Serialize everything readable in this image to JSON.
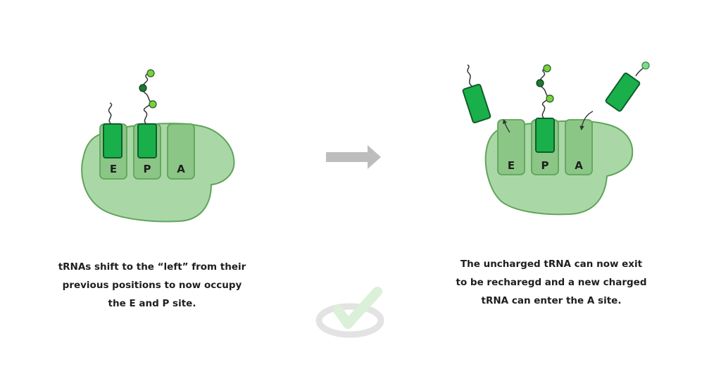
{
  "left_panel": {
    "sites": [
      "E",
      "P",
      "A"
    ],
    "caption": [
      "tRNAs shift to the “left” from their",
      "previous positions to now occupy",
      "the E and P site."
    ]
  },
  "right_panel": {
    "sites": [
      "E",
      "P",
      "A"
    ],
    "caption": [
      "The uncharged tRNA can now exit",
      "to be recharegd and a new charged",
      "tRNA can enter the A site."
    ]
  },
  "colors": {
    "ribosome_fill": "#a9d8a6",
    "ribosome_stroke": "#5fa45a",
    "site_fill": "#8bc686",
    "trna_fill": "#19b04b",
    "trna_stroke": "#0f5e2b",
    "amino_light": "#7ccf3e",
    "amino_dark": "#1c7a33",
    "arrow": "#bdbdbd"
  }
}
